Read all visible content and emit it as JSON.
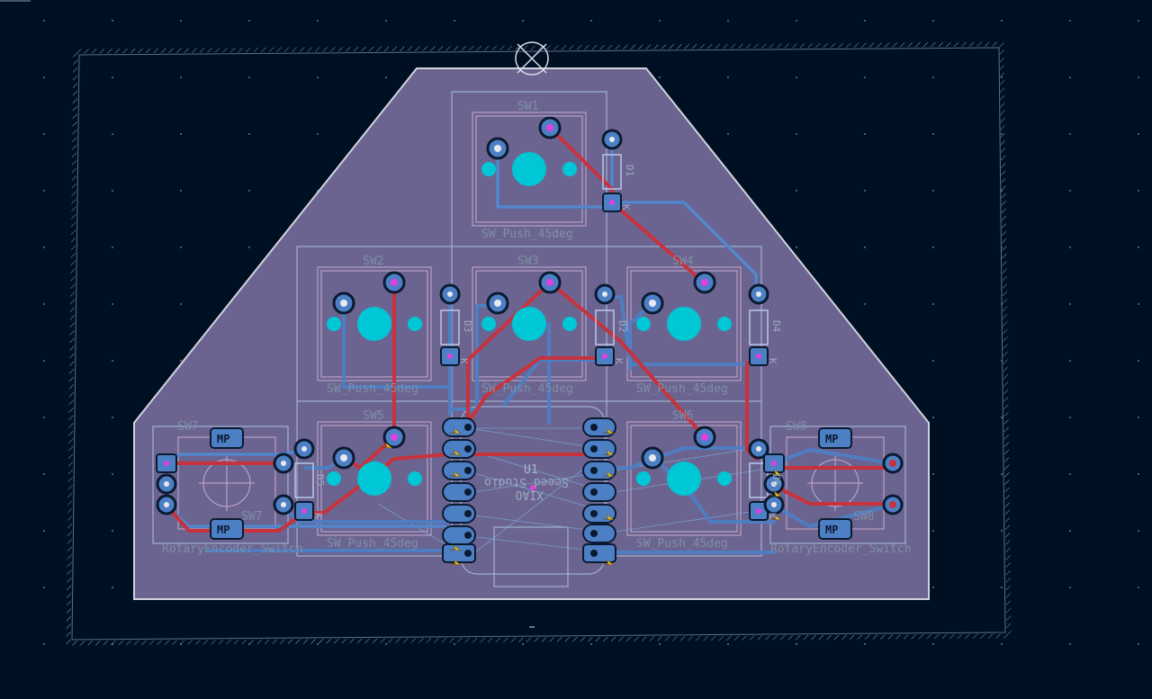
{
  "colors": {
    "background": "#001023",
    "board": "#6c6490",
    "board_edge": "#cfd4dc",
    "front_copper": "#c8323c",
    "back_copper": "#4d7fc4",
    "pad_cyan": "#00c7d6",
    "courtyard": "#a9bfe0",
    "silk": "#d9b7d9",
    "label": "#7e8fa5",
    "ratsnest": "#78b5e8"
  },
  "switches": [
    {
      "ref": "SW1",
      "value": "SW_Push_45deg"
    },
    {
      "ref": "SW2",
      "value": "SW_Push_45deg"
    },
    {
      "ref": "SW3",
      "value": "SW_Push_45deg"
    },
    {
      "ref": "SW4",
      "value": "SW_Push_45deg"
    },
    {
      "ref": "SW5",
      "value": "SW_Push_45deg"
    },
    {
      "ref": "SW6",
      "value": "SW_Push_45deg"
    }
  ],
  "diodes": [
    {
      "ref": "D1",
      "pin": "K"
    },
    {
      "ref": "D2",
      "pin": "K"
    },
    {
      "ref": "D3",
      "pin": "K"
    },
    {
      "ref": "D4",
      "pin": "K"
    },
    {
      "ref": "D5",
      "pin": "K"
    },
    {
      "ref": "D6",
      "pin": "K"
    }
  ],
  "encoders": [
    {
      "ref": "SW7",
      "value": "RotaryEncoder_Switch",
      "pad": "MP"
    },
    {
      "ref": "SW8",
      "value": "RotaryEncoder_Switch",
      "pad": "MP"
    }
  ],
  "mcu": {
    "ref": "U1",
    "value": "XIAO",
    "maker": "Seeed Studio"
  }
}
